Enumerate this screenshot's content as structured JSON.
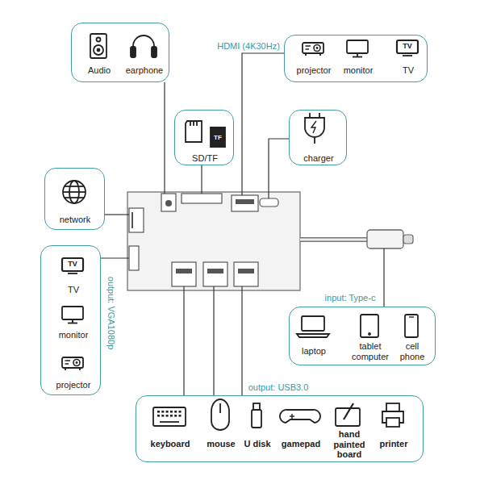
{
  "diagram": {
    "nodes": [
      {
        "text": [
          "Audio",
          "earphone"
        ]
      },
      {
        "text": [
          "projector",
          "monitor",
          "TV"
        ]
      },
      {
        "text": [
          "SD/TF"
        ]
      },
      {
        "text": [
          "charger"
        ]
      },
      {
        "text": [
          "network"
        ]
      },
      {
        "text": [
          "TV",
          "monitor",
          "projector"
        ]
      },
      {
        "text": [
          "laptop",
          "tablet computer",
          "cell phone"
        ]
      },
      {
        "text": [
          "keyboard",
          "mouse",
          "U disk",
          "gamepad",
          "hand painted board",
          "printer"
        ]
      }
    ],
    "labels": [
      "HDMI (4K30Hz)",
      "TV",
      "TF",
      "TV",
      "output: VGA1080p",
      "input: Type-c",
      "output: USB3.0"
    ]
  }
}
